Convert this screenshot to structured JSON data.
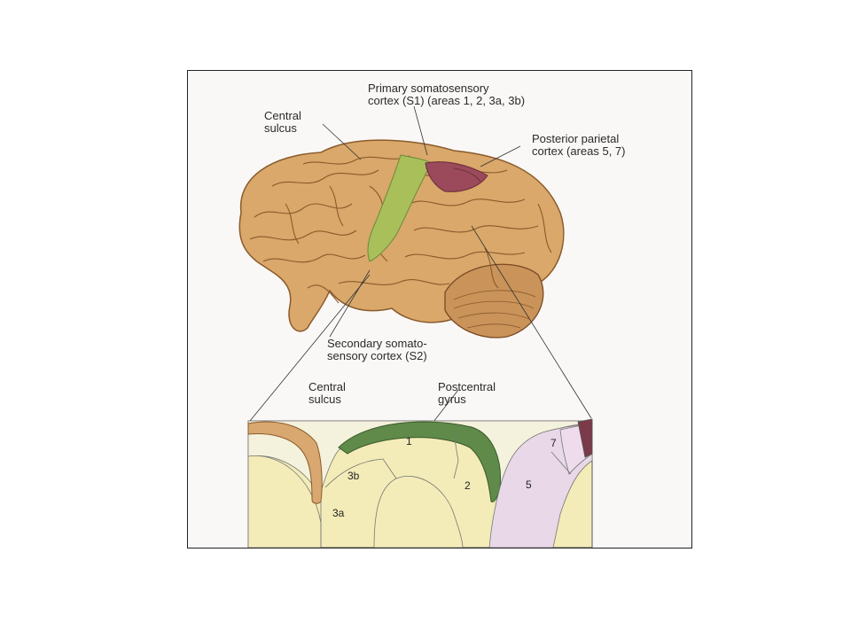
{
  "labels": {
    "central_sulcus_top": "Central\nsulcus",
    "primary_s1": "Primary somatosensory\ncortex (S1) (areas 1, 2, 3a, 3b)",
    "posterior_parietal": "Posterior parietal\ncortex (areas 5, 7)",
    "secondary_s2": "Secondary somato-\nsensory cortex (S2)",
    "central_sulcus_bottom": "Central\nsulcus",
    "postcentral_gyrus": "Postcentral\ngyrus"
  },
  "areas": {
    "a1": "1",
    "a2": "2",
    "a3a": "3a",
    "a3b": "3b",
    "a5": "5",
    "a7": "7"
  },
  "colors": {
    "brain": "#d9a86a",
    "brain_dark": "#8a5a2c",
    "s1_green": "#a8bf5a",
    "parietal_purple": "#9a4a5a",
    "gyrus_green": "#5f8a4a",
    "tissue_yellow": "#f3ecb8",
    "tissue_pale": "#f4f2dc",
    "area5_pink": "#e8d8e8"
  }
}
